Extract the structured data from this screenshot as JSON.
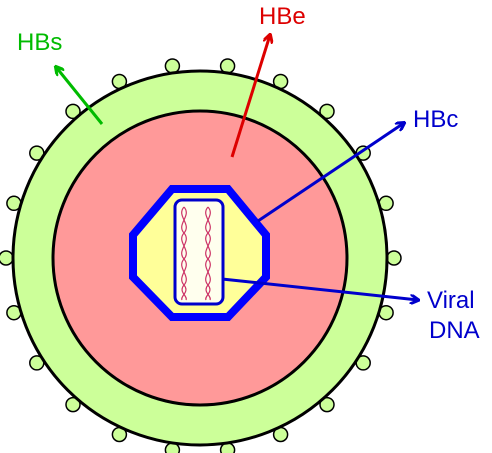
{
  "labels": {
    "hbs": "HBs",
    "hbe": "HBe",
    "hbc": "HBc",
    "viral_dna_line1": "Viral",
    "viral_dna_line2": "DNA"
  },
  "colors": {
    "hbs": "#00bb00",
    "hbe": "#dd0000",
    "hbc": "#0000cc",
    "viral_dna": "#0000cc",
    "envelope": "#ccff99",
    "core": "#ff9999",
    "capsid_fill": "#ffff99",
    "capsid_outline": "#0000ff",
    "dna_strand": "#cc3366",
    "outline": "#000000"
  }
}
